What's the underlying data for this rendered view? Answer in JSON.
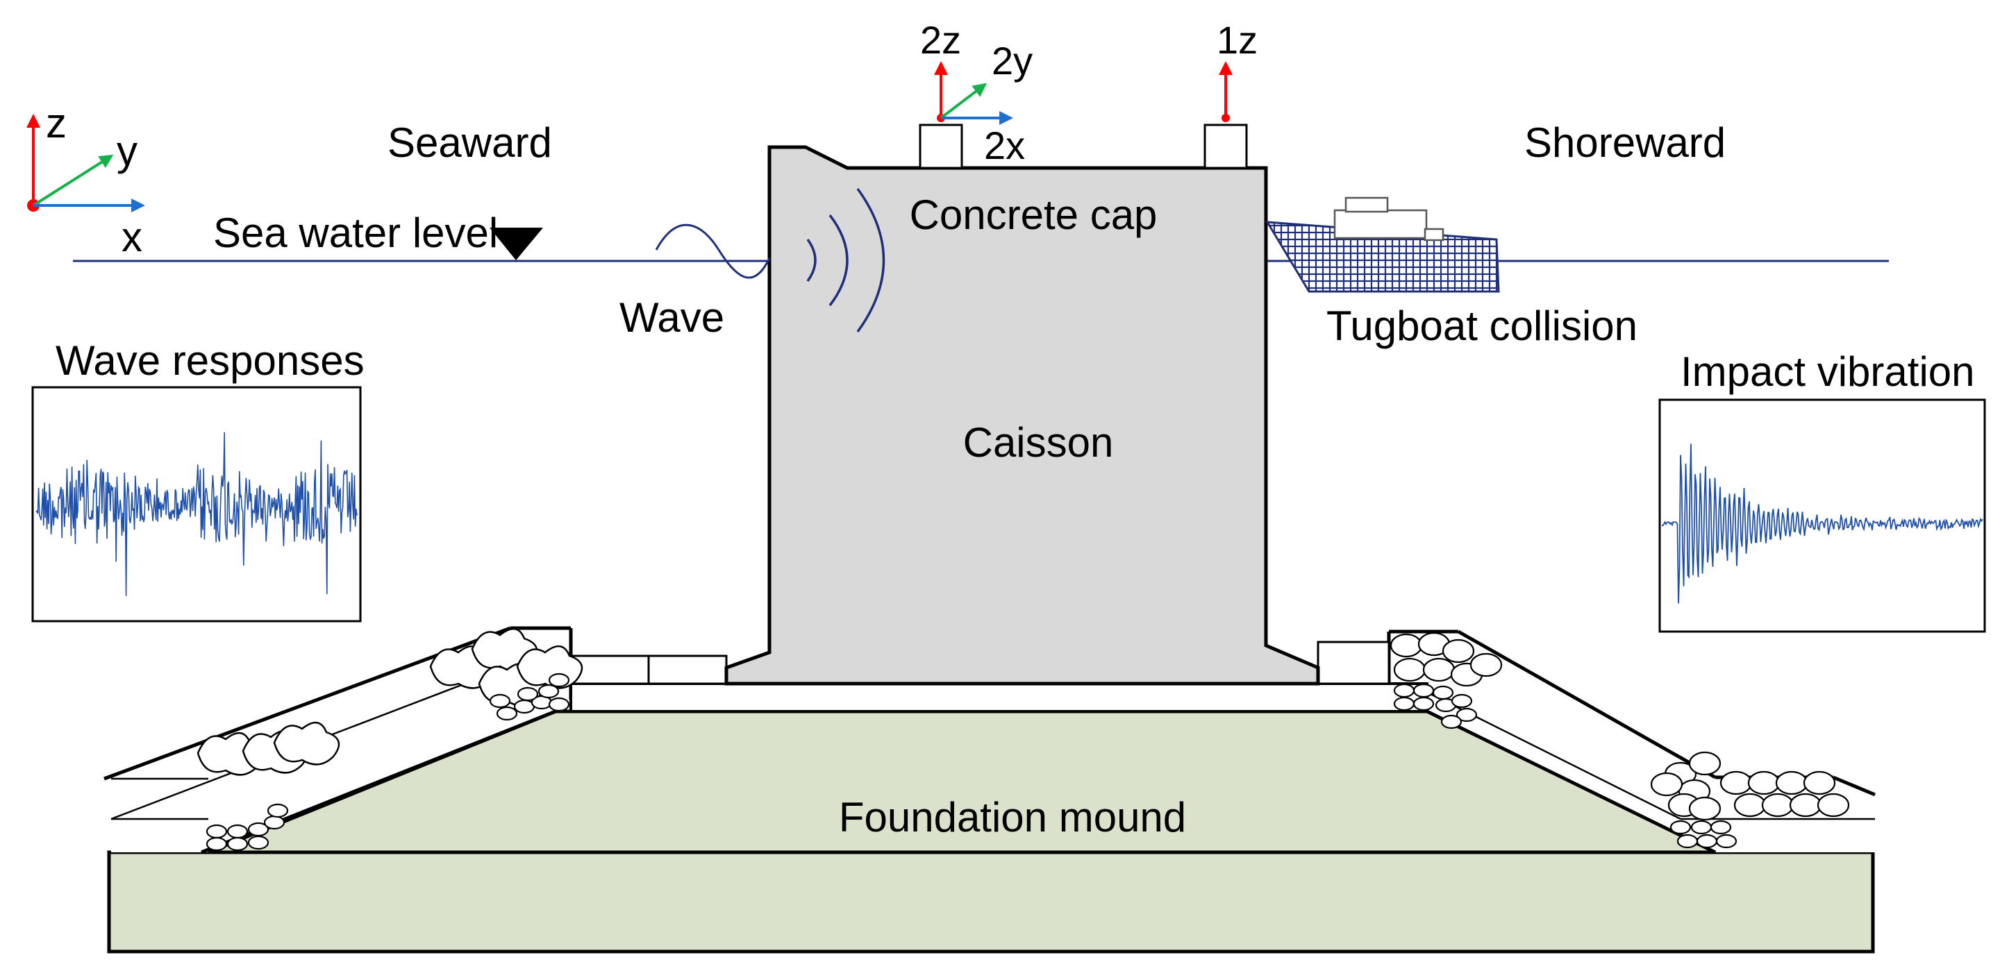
{
  "labels": {
    "seaward": "Seaward",
    "shoreward": "Shoreward",
    "sea_water_level": "Sea water level",
    "wave": "Wave",
    "concrete_cap": "Concrete cap",
    "caisson": "Caisson",
    "tugboat_collision": "Tugboat collision",
    "foundation_mound": "Foundation mound",
    "wave_responses": "Wave responses",
    "impact_vibration": "Impact vibration"
  },
  "axes": {
    "z": "z",
    "y": "y",
    "x": "x"
  },
  "sensors": {
    "s2z": "2z",
    "s2y": "2y",
    "s2x": "2x",
    "s1z": "1z"
  },
  "colors": {
    "caisson_fill": "#d9d9d9",
    "mound_fill": "#dbe2cc",
    "water_line": "#1f2f7a",
    "signal": "#1f4fa8",
    "z_arrow": "#ff0000",
    "y_arrow": "#17b14a",
    "x_arrow": "#1f6fd1"
  }
}
